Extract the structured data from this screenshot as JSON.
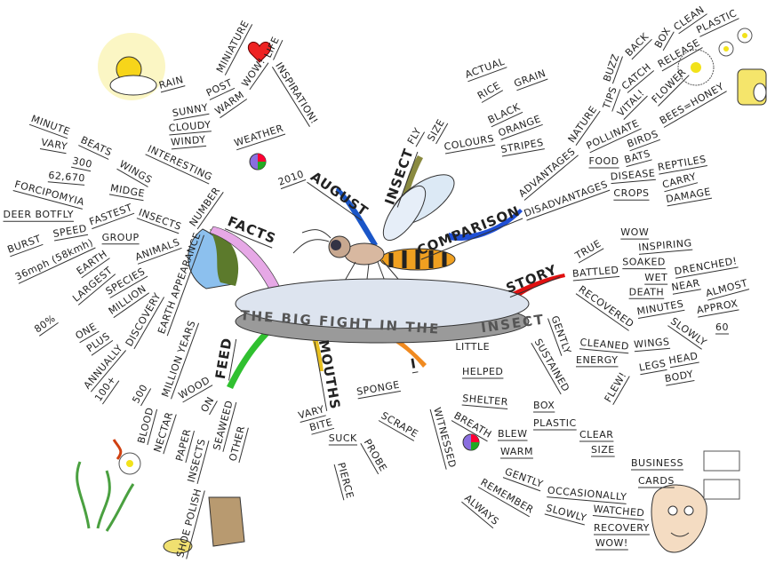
{
  "center": {
    "title_main": "THE BIG FIGHT IN THE",
    "title_small": "LITTLE",
    "title_end": "INSECT"
  },
  "branches": {
    "august": {
      "label": "AUGUST",
      "words": [
        "INSPIRATION!",
        "LIFE",
        "MINIATURE",
        "WOW!",
        "WARM",
        "POST",
        "RAIN",
        "SUNNY",
        "CLOUDY",
        "WINDY",
        "WEATHER",
        "2010"
      ]
    },
    "insect": {
      "label": "INSECT",
      "words": [
        "FLY",
        "SIZE",
        "ACTUAL",
        "RICE",
        "GRAIN",
        "COLOURS",
        "BLACK",
        "ORANGE",
        "STRIPES"
      ]
    },
    "comparison": {
      "label": "COMPARISON",
      "words": [
        "ADVANTAGES",
        "NATURE",
        "TIPS",
        "BUZZ",
        "BACK",
        "CATCH",
        "BOX",
        "CLEAN",
        "PLASTIC",
        "RELEASE",
        "VITAL!",
        "POLLINATE",
        "FLOWER",
        "BEES=HONEY",
        "FOOD",
        "BIRDS",
        "BATS",
        "REPTILES",
        "DISADVANTAGES",
        "DISEASE",
        "CARRY",
        "CROPS",
        "DAMAGE"
      ]
    },
    "story": {
      "label": "STORY",
      "words": [
        "TRUE",
        "WOW",
        "INSPIRING",
        "BATTLED",
        "SOAKED",
        "WET",
        "DRENCHED!",
        "DEATH",
        "NEAR",
        "ALMOST",
        "RECOVERED",
        "MINUTES",
        "APPROX",
        "60",
        "SLOWLY",
        "GENTLY",
        "SUSTAINED",
        "CLEANED",
        "WINGS",
        "HEAD",
        "LEGS",
        "BODY",
        "ENERGY",
        "FLEW!"
      ]
    },
    "i": {
      "label": "I",
      "words": [
        "HELPED",
        "SHELTER",
        "BOX",
        "PLASTIC",
        "CLEAR",
        "SIZE",
        "BUSINESS",
        "CARDS",
        "BREATH",
        "BLEW",
        "WARM",
        "GENTLY",
        "OCCASIONALLY",
        "SLOWLY",
        "WATCHED",
        "RECOVERY",
        "WOW!",
        "WITNESSED",
        "REMEMBER",
        "ALWAYS"
      ]
    },
    "mouths": {
      "label": "MOUTHS",
      "words": [
        "VARY",
        "BITE",
        "SUCK",
        "PIERCE",
        "PROBE",
        "SCRAPE",
        "SPONGE"
      ]
    },
    "feed": {
      "label": "FEED",
      "words": [
        "WOOD",
        "ON",
        "BLOOD",
        "NECTAR",
        "PAPER",
        "SEAWEED",
        "OTHER",
        "INSECTS",
        "SHOE POLISH"
      ]
    },
    "facts": {
      "label": "FACTS",
      "words": [
        "INTERESTING",
        "INSECTS",
        "WINGS",
        "BEATS",
        "MINUTE",
        "VARY",
        "300",
        "62,670",
        "FORCIPOMYIA",
        "MIDGE",
        "FASTEST",
        "DEER BOTFLY",
        "SPEED",
        "BURST",
        "36mph (58kmh)",
        "ANIMALS",
        "GROUP",
        "EARTH",
        "LARGEST",
        "80%",
        "NUMBER",
        "SPECIES",
        "MILLION",
        "ONE",
        "PLUS",
        "DISCOVERY",
        "ANNUALLY",
        "100+",
        "EARTH APPEARANCE",
        "500",
        "MILLION YEARS"
      ]
    }
  },
  "colors": {
    "august": "#1a56c8",
    "insect": "#8a8a40",
    "comparison": "#1f4fd6",
    "story": "#e01010",
    "i": "#f08a20",
    "mouths": "#e8c020",
    "feed": "#30c030",
    "facts": "#e6a8e6",
    "disk": "#dde4ef"
  }
}
